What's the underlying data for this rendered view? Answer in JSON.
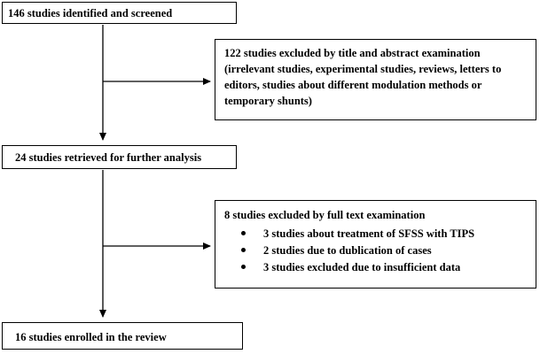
{
  "boxes": {
    "identified": "146 studies identified and screened",
    "excluded_title_abstract": "122 studies excluded by title and abstract examination (irrelevant studies, experimental studies, reviews, letters to editors, studies about different modulation methods or temporary shunts)",
    "retrieved": "24 studies retrieved for further analysis",
    "excluded_full_text": {
      "heading": "8 studies excluded by full text examination",
      "reasons": [
        "3 studies about treatment of SFSS with TIPS",
        "2 studies due to dublication of cases",
        "3 studies excluded due to insufficient data"
      ]
    },
    "enrolled": "16 studies enrolled in the review"
  }
}
